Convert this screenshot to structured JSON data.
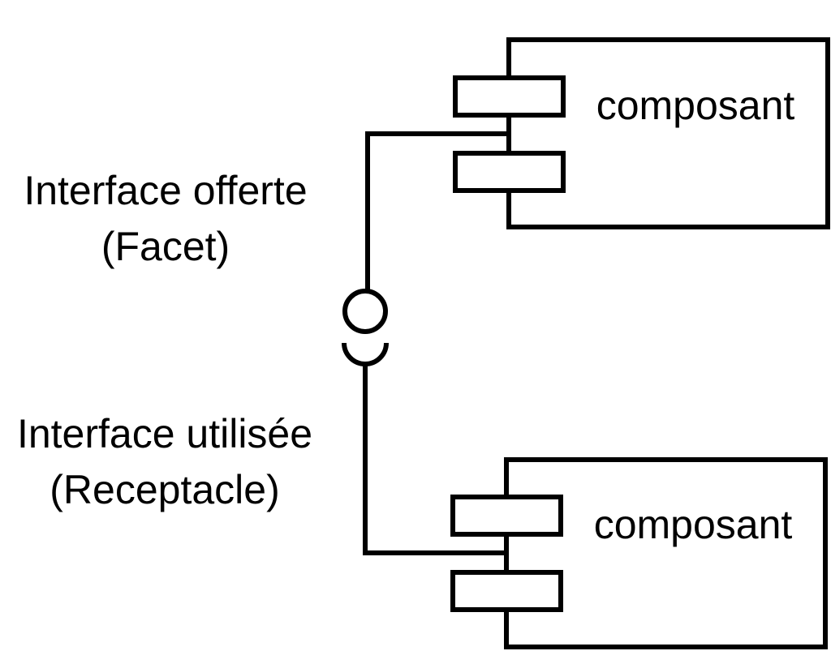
{
  "diagram": {
    "components": [
      {
        "name": "composant"
      },
      {
        "name": "composant"
      }
    ],
    "provided_interface": {
      "line1": "Interface offerte",
      "line2": "(Facet)"
    },
    "required_interface": {
      "line1": "Interface utilisée",
      "line2": "(Receptacle)"
    }
  },
  "colors": {
    "stroke": "#000000",
    "background": "#ffffff"
  }
}
